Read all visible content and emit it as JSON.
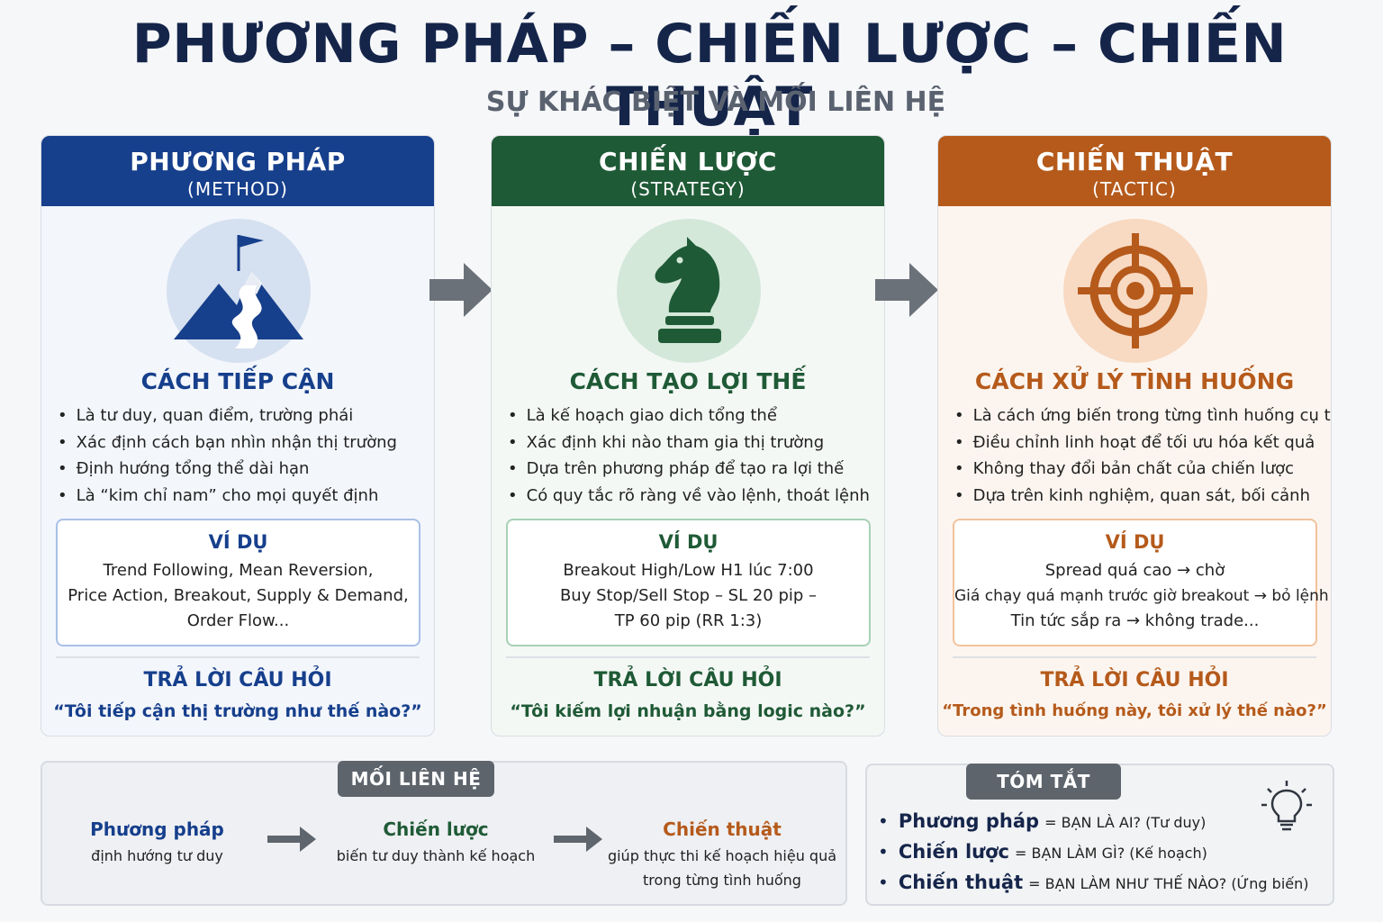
{
  "header": {
    "title": "PHƯƠNG PHÁP – CHIẾN LƯỢC – CHIẾN THUẬT",
    "subtitle": "SỰ KHÁC BIỆT VÀ MỐI LIÊN HỆ"
  },
  "colors": {
    "method": "#163f8c",
    "strategy": "#1f5a36",
    "tactic": "#b55a1b"
  },
  "columns": [
    {
      "title": "PHƯƠNG PHÁP",
      "subtitle": "(METHOD)",
      "icon": "mountain-flag-icon",
      "section_title": "CÁCH TIẾP CẬN",
      "bullets": [
        "Là tư duy, quan điểm, trường phái",
        "Xác định cách bạn nhìn nhận thị trường",
        "Định hướng tổng thể dài hạn",
        "Là “kim chỉ nam” cho mọi quyết định"
      ],
      "example_title": "VÍ DỤ",
      "example_lines": [
        "Trend Following, Mean Reversion,",
        "Price Action, Breakout, Supply & Demand,",
        "Order Flow..."
      ],
      "answer_title": "TRẢ LỜI CÂU HỎI",
      "answer_question": "“Tôi tiếp cận thị trường như thế nào?”"
    },
    {
      "title": "CHIẾN LƯỢC",
      "subtitle": "(STRATEGY)",
      "icon": "chess-knight-icon",
      "section_title": "CÁCH TẠO LỢI THẾ",
      "bullets": [
        "Là kế hoạch giao dich tổng thể",
        "Xác định khi nào tham gia thị trường",
        "Dựa trên phương pháp để tạo ra lợi thế",
        "Có quy tắc rõ ràng về vào lệnh, thoát lệnh"
      ],
      "example_title": "VÍ DỤ",
      "example_lines": [
        "Breakout High/Low H1 lúc 7:00",
        "Buy Stop/Sell Stop – SL 20 pip –",
        "TP 60 pip (RR 1:3)"
      ],
      "answer_title": "TRẢ LỜI CÂU HỎI",
      "answer_question": "“Tôi kiếm lợi nhuận bằng logic nào?”"
    },
    {
      "title": "CHIẾN THUẬT",
      "subtitle": "(TACTIC)",
      "icon": "target-crosshair-icon",
      "section_title": "CÁCH XỬ LÝ TÌNH HUỐNG",
      "bullets": [
        "Là cách ứng biến trong từng tình huống cụ thể",
        "Điều chỉnh linh hoạt để tối ưu hóa kết quả",
        "Không thay đổi bản chất của chiến lược",
        "Dựa trên kinh nghiệm, quan sát, bối cảnh"
      ],
      "example_title": "VÍ DỤ",
      "example_lines": [
        "Spread quá cao → chờ",
        "Giá chạy quá mạnh trước giờ breakout → bỏ lệnh",
        "Tin tức sắp ra → không trade..."
      ],
      "answer_title": "TRẢ LỜI CÂU HỎI",
      "answer_question": "“Trong tình huống này, tôi xử lý thế nào?”"
    }
  ],
  "relationship": {
    "label": "MỐI LIÊN HỆ",
    "items": [
      {
        "name": "Phương pháp",
        "desc": [
          "định hướng tư duy"
        ]
      },
      {
        "name": "Chiến lược",
        "desc": [
          "biến tư duy thành kế hoạch"
        ]
      },
      {
        "name": "Chiến thuật",
        "desc": [
          "giúp thực thi kế hoạch hiệu quả",
          "trong từng tình huống"
        ]
      }
    ]
  },
  "summary": {
    "label": "TÓM TẮT",
    "icon": "lightbulb-icon",
    "items": [
      {
        "term": "Phương pháp",
        "def": "= BẠN LÀ AI? (Tư duy)"
      },
      {
        "term": "Chiến lược",
        "def": "= BẠN LÀM GÌ? (Kế hoạch)"
      },
      {
        "term": "Chiến thuật",
        "def": "= BẠN LÀM NHƯ THẾ NÀO? (Ứng biến)"
      }
    ]
  }
}
